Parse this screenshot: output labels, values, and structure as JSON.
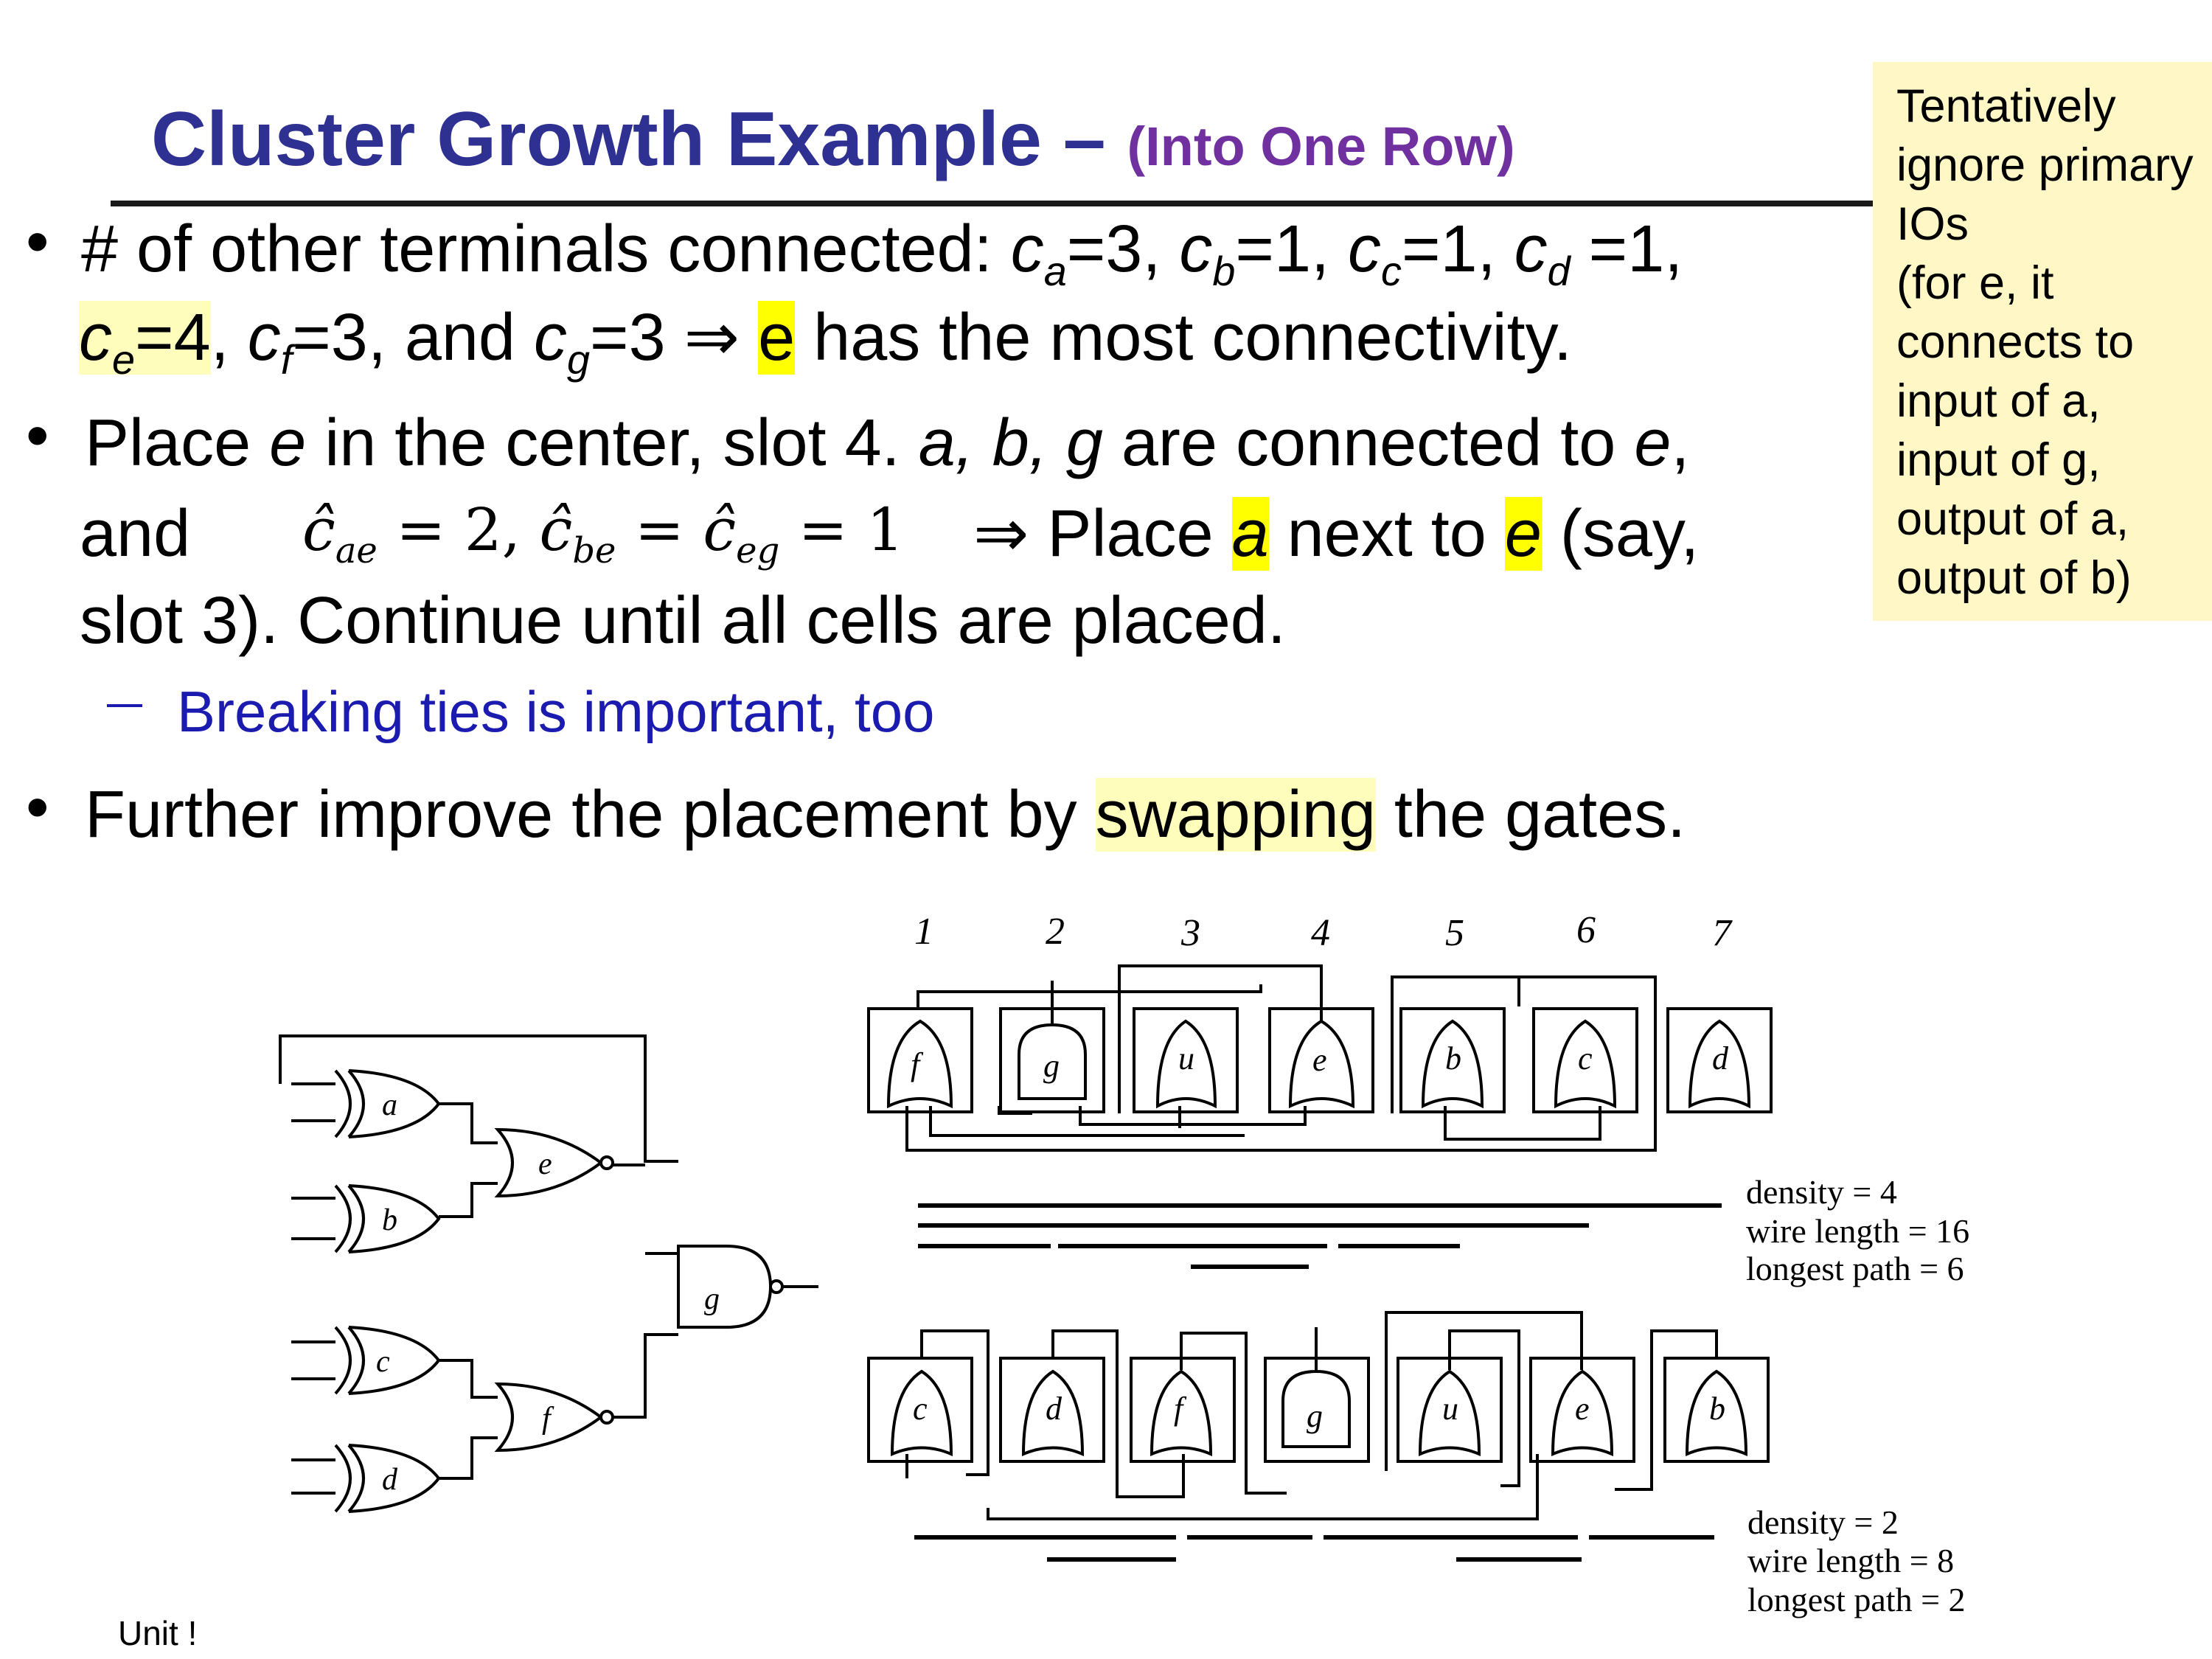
{
  "title": {
    "main": "Cluster Growth Example – ",
    "sub": "(Into One Row)"
  },
  "note": {
    "lines": [
      "Tentatively",
      "ignore primary",
      "IOs",
      "(for e, it",
      "connects to",
      "input of a,",
      "input of g,",
      "output of a,",
      "output of b)"
    ]
  },
  "bullet1": {
    "lead": "# of other terminals connected: ",
    "ca": "=3, ",
    "cb": "=1, ",
    "cc": "=1, ",
    "cd": " =1,",
    "ce": "=4",
    "cf": "=3, and ",
    "cg": "=3 ⇒ ",
    "e": "e",
    "tail": " has the most connectivity."
  },
  "bullet2": {
    "line1": "Place e in the center, slot 4. a, b, g are connected to e,",
    "and": "and",
    "formula": "ĉ",
    "place": " ⇒ Place ",
    "a": "a",
    "next": " next to ",
    "e": "e",
    "say": " (say,",
    "line3": "slot 3). Continue until all cells are placed."
  },
  "sub_bullet": "Breaking ties is important, too",
  "bullet3": {
    "pre": "Further improve the placement by ",
    "hl": "swapping",
    "post": " the gates."
  },
  "circuit": {
    "gates": [
      "a",
      "b",
      "c",
      "d",
      "e",
      "f",
      "g"
    ]
  },
  "slots": [
    "1",
    "2",
    "3",
    "4",
    "5",
    "6",
    "7"
  ],
  "row1": {
    "cells": [
      "f",
      "g",
      "u",
      "e",
      "b",
      "c",
      "d"
    ],
    "stats": [
      "density = 4",
      "wire length = 16",
      "longest path = 6"
    ]
  },
  "row2": {
    "cells": [
      "c",
      "d",
      "f",
      "g",
      "u",
      "e",
      "b"
    ],
    "stats": [
      "density = 2",
      "wire length = 8",
      "longest path = 2"
    ]
  },
  "footer": "Unit !"
}
